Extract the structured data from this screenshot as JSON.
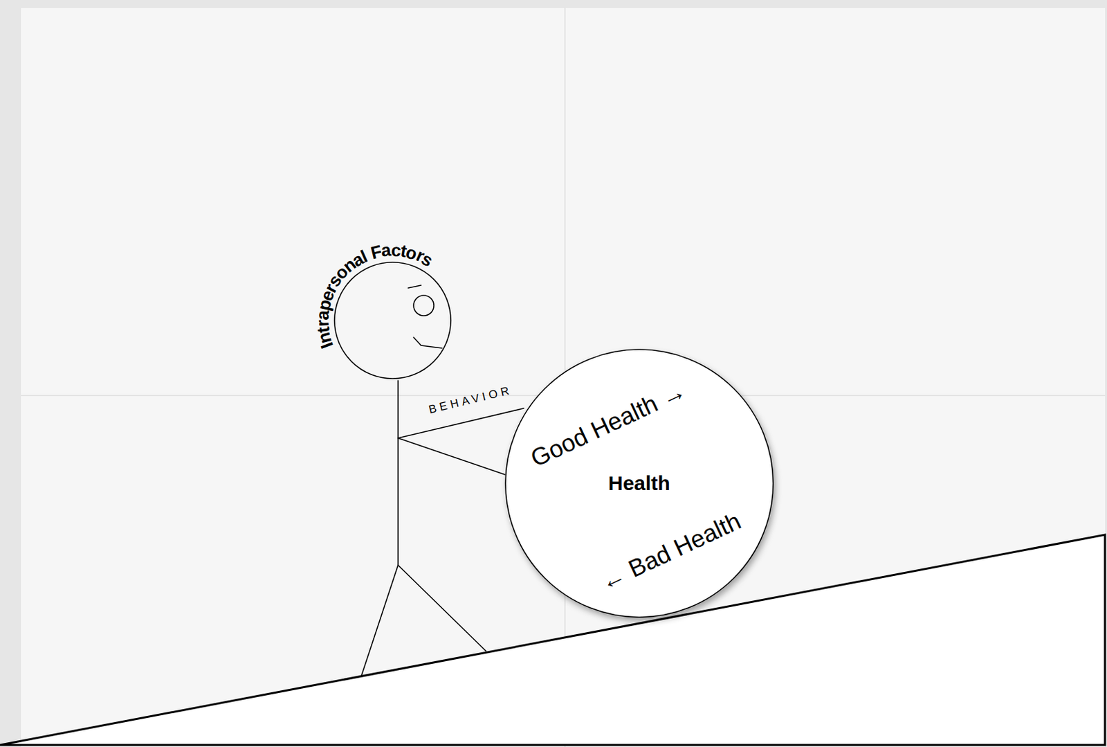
{
  "diagram": {
    "nodes": [
      {
        "text": [
          "Intrapersonal Factors"
        ]
      },
      {
        "text": [
          "Good Health →",
          "Health",
          "← Bad Health"
        ]
      }
    ],
    "labels": [
      "BEHAVIOR"
    ]
  }
}
